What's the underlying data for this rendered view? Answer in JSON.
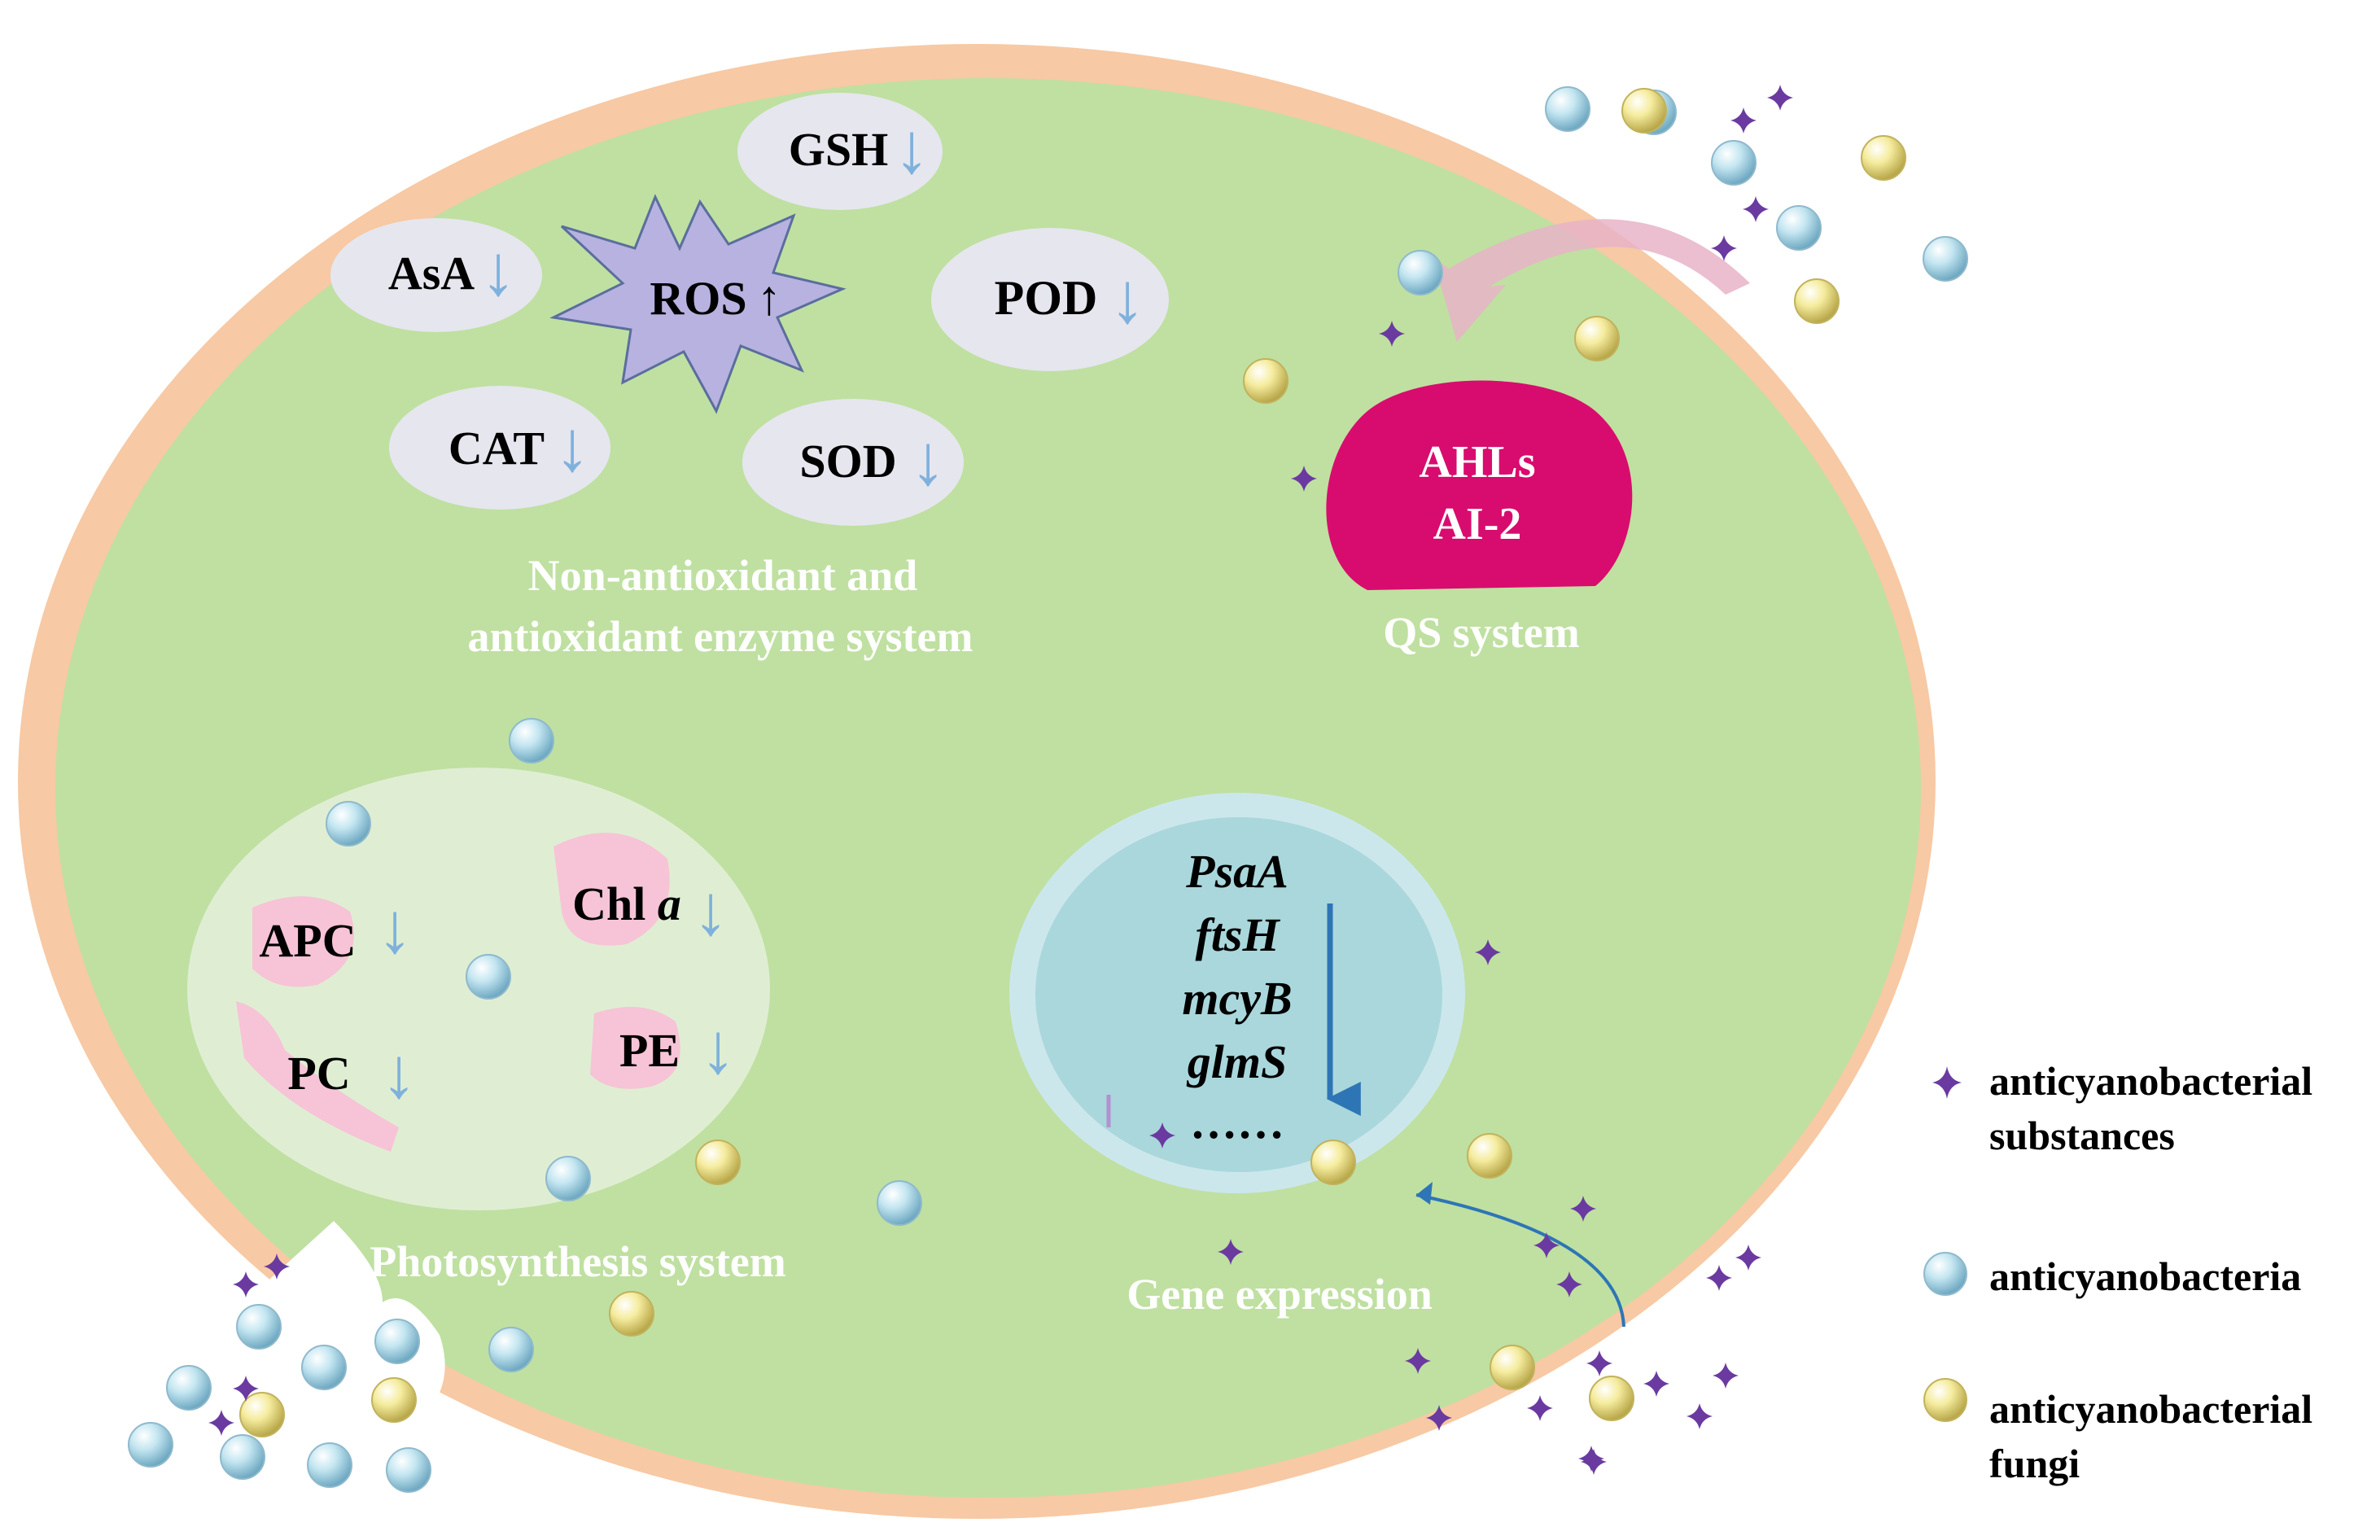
{
  "colors": {
    "cell_membrane": "#f7c9a4",
    "cytoplasm": "#bfe0a1",
    "enzyme_ellipse": "#e6e6ef",
    "ros_star": "#b8b2e0",
    "qs_receptor": "#d80c6e",
    "photosynthesis_body": "#dfeed3",
    "pigment": "#f6c4d6",
    "nucleus_outer": "#cce7ec",
    "nucleus_inner": "#a9d7dc",
    "decrease_arrow": "#7fb1dc",
    "gene_arrow": "#2e75b6",
    "label_white": "#ffffff",
    "anticyanobacteria": "#a8d8ea",
    "fungi": "#f2e68c",
    "substance_star": "#6a3aa0",
    "qs_arrow": "#e7b3c8"
  },
  "enzyme_system": {
    "items": [
      {
        "name": "GSH",
        "trend": "↓"
      },
      {
        "name": "AsA",
        "trend": "↓"
      },
      {
        "name": "POD",
        "trend": "↓"
      },
      {
        "name": "CAT",
        "trend": "↓"
      },
      {
        "name": "SOD",
        "trend": "↓"
      }
    ],
    "ros_label": "ROS",
    "ros_trend": "↑",
    "label_line1": "Non-antioxidant and",
    "label_line2": "antioxidant enzyme  system"
  },
  "qs_system": {
    "molecule1": "AHLs",
    "molecule2": "AI-2",
    "label": "QS system"
  },
  "photosynthesis": {
    "pigments": [
      {
        "name": "APC",
        "trend": "↓"
      },
      {
        "name": "Chl",
        "suffix": "a",
        "trend": "↓"
      },
      {
        "name": "PC",
        "trend": "↓"
      },
      {
        "name": "PE",
        "trend": "↓"
      }
    ],
    "label": "Photosynthesis system"
  },
  "gene_expression": {
    "genes": [
      "PsaA",
      "ftsH",
      "mcyB",
      "glmS"
    ],
    "ellipsis": "……",
    "label": "Gene expression"
  },
  "legend": [
    {
      "icon": "star",
      "line1": "anticyanobacterial",
      "line2": "substances"
    },
    {
      "icon": "blue-sphere",
      "line1": "anticyanobacteria",
      "line2": ""
    },
    {
      "icon": "yellow-sphere",
      "line1": "anticyanobacterial",
      "line2": "fungi"
    }
  ]
}
